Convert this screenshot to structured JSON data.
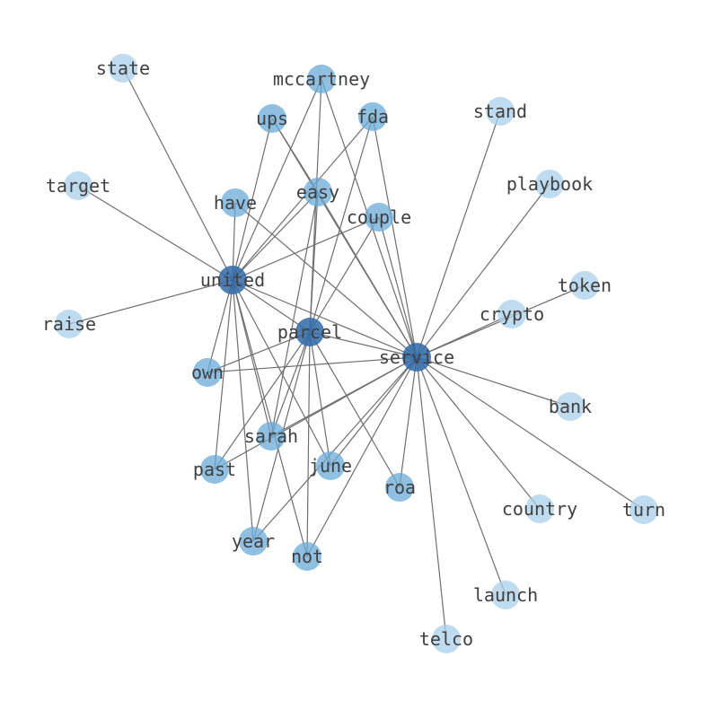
{
  "colors": {
    "hub": "#2f6aa8",
    "mid": "#6aaad7",
    "leaf": "#aacfea",
    "edge": "#6f6f6f",
    "label": "#404040"
  },
  "nodes": [
    {
      "id": "state",
      "label": "state",
      "tier": "leaf"
    },
    {
      "id": "mccartney",
      "label": "mccartney",
      "tier": "mid"
    },
    {
      "id": "ups",
      "label": "ups",
      "tier": "mid"
    },
    {
      "id": "fda",
      "label": "fda",
      "tier": "mid"
    },
    {
      "id": "stand",
      "label": "stand",
      "tier": "leaf"
    },
    {
      "id": "target",
      "label": "target",
      "tier": "leaf"
    },
    {
      "id": "have",
      "label": "have",
      "tier": "mid"
    },
    {
      "id": "easy",
      "label": "easy",
      "tier": "mid"
    },
    {
      "id": "playbook",
      "label": "playbook",
      "tier": "leaf"
    },
    {
      "id": "couple",
      "label": "couple",
      "tier": "mid"
    },
    {
      "id": "united",
      "label": "united",
      "tier": "hub"
    },
    {
      "id": "token",
      "label": "token",
      "tier": "leaf"
    },
    {
      "id": "crypto",
      "label": "crypto",
      "tier": "leaf"
    },
    {
      "id": "raise",
      "label": "raise",
      "tier": "leaf"
    },
    {
      "id": "parcel",
      "label": "parcel",
      "tier": "hub"
    },
    {
      "id": "service",
      "label": "service",
      "tier": "hub"
    },
    {
      "id": "own",
      "label": "own",
      "tier": "mid"
    },
    {
      "id": "bank",
      "label": "bank",
      "tier": "leaf"
    },
    {
      "id": "sarah",
      "label": "sarah",
      "tier": "mid"
    },
    {
      "id": "june",
      "label": "june",
      "tier": "mid"
    },
    {
      "id": "past",
      "label": "past",
      "tier": "mid"
    },
    {
      "id": "roa",
      "label": "roa",
      "tier": "mid"
    },
    {
      "id": "country",
      "label": "country",
      "tier": "leaf"
    },
    {
      "id": "turn",
      "label": "turn",
      "tier": "leaf"
    },
    {
      "id": "year",
      "label": "year",
      "tier": "mid"
    },
    {
      "id": "not",
      "label": "not",
      "tier": "mid"
    },
    {
      "id": "launch",
      "label": "launch",
      "tier": "leaf"
    },
    {
      "id": "telco",
      "label": "telco",
      "tier": "leaf"
    }
  ],
  "edges": [
    [
      "state",
      "united"
    ],
    [
      "target",
      "united"
    ],
    [
      "raise",
      "united"
    ],
    [
      "mccartney",
      "united"
    ],
    [
      "mccartney",
      "parcel"
    ],
    [
      "mccartney",
      "service"
    ],
    [
      "ups",
      "united"
    ],
    [
      "ups",
      "easy"
    ],
    [
      "ups",
      "service"
    ],
    [
      "fda",
      "united"
    ],
    [
      "fda",
      "parcel"
    ],
    [
      "fda",
      "service"
    ],
    [
      "stand",
      "service"
    ],
    [
      "playbook",
      "service"
    ],
    [
      "token",
      "service"
    ],
    [
      "crypto",
      "service"
    ],
    [
      "bank",
      "service"
    ],
    [
      "country",
      "service"
    ],
    [
      "turn",
      "service"
    ],
    [
      "launch",
      "service"
    ],
    [
      "telco",
      "service"
    ],
    [
      "have",
      "united"
    ],
    [
      "have",
      "service"
    ],
    [
      "easy",
      "united"
    ],
    [
      "easy",
      "parcel"
    ],
    [
      "easy",
      "service"
    ],
    [
      "easy",
      "sarah"
    ],
    [
      "couple",
      "united"
    ],
    [
      "couple",
      "parcel"
    ],
    [
      "couple",
      "service"
    ],
    [
      "united",
      "parcel"
    ],
    [
      "united",
      "service"
    ],
    [
      "united",
      "own"
    ],
    [
      "united",
      "sarah"
    ],
    [
      "united",
      "june"
    ],
    [
      "united",
      "past"
    ],
    [
      "united",
      "year"
    ],
    [
      "united",
      "not"
    ],
    [
      "parcel",
      "service"
    ],
    [
      "parcel",
      "own"
    ],
    [
      "parcel",
      "sarah"
    ],
    [
      "parcel",
      "june"
    ],
    [
      "parcel",
      "past"
    ],
    [
      "parcel",
      "roa"
    ],
    [
      "parcel",
      "year"
    ],
    [
      "parcel",
      "not"
    ],
    [
      "service",
      "own"
    ],
    [
      "service",
      "sarah"
    ],
    [
      "service",
      "june"
    ],
    [
      "service",
      "past"
    ],
    [
      "service",
      "roa"
    ],
    [
      "service",
      "year"
    ],
    [
      "service",
      "not"
    ]
  ]
}
